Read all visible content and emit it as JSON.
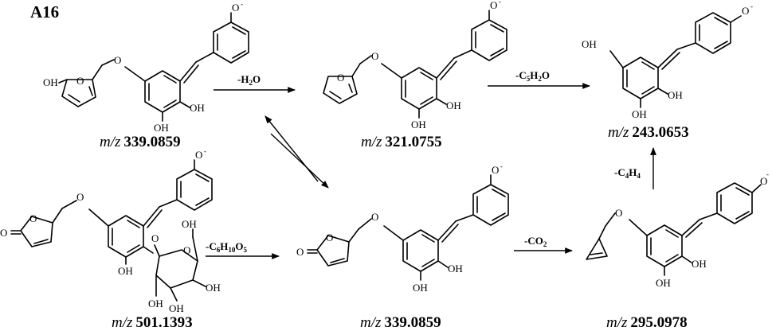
{
  "title": "A16",
  "atoms": {
    "hydroxyl": "OH",
    "oxygen": "O",
    "ring_oxygen": "O",
    "anion_charge": "-",
    "ketone": "O",
    "hydroxymethyl": "OH"
  },
  "compounds": [
    {
      "id": "c1",
      "mz_prefix": "m/z",
      "mz_value": "339.0859"
    },
    {
      "id": "c2",
      "mz_prefix": "m/z",
      "mz_value": "321.0755"
    },
    {
      "id": "c3",
      "mz_prefix": "m/z",
      "mz_value": "243.0653"
    },
    {
      "id": "c4",
      "mz_prefix": "m/z",
      "mz_value": "501.1393"
    },
    {
      "id": "c5",
      "mz_prefix": "m/z",
      "mz_value": "339.0859"
    },
    {
      "id": "c6",
      "mz_prefix": "m/z",
      "mz_value": "295.0978"
    }
  ],
  "losses": {
    "h2o": {
      "sign": "-",
      "formula": [
        [
          "H",
          ""
        ],
        [
          "",
          "2"
        ],
        [
          "O",
          ""
        ]
      ]
    },
    "c5h2o": {
      "sign": "-",
      "formula": [
        [
          "C",
          ""
        ],
        [
          "",
          "5"
        ],
        [
          "H",
          ""
        ],
        [
          "",
          "2"
        ],
        [
          "O",
          ""
        ]
      ]
    },
    "c6h10o5": {
      "sign": "-",
      "formula": [
        [
          "C",
          ""
        ],
        [
          "",
          "6"
        ],
        [
          "H",
          ""
        ],
        [
          "",
          "10"
        ],
        [
          "O",
          ""
        ],
        [
          "",
          "5"
        ]
      ]
    },
    "co2": {
      "sign": "-",
      "formula": [
        [
          "CO",
          ""
        ],
        [
          "",
          "2"
        ]
      ]
    },
    "c4h4": {
      "sign": "-",
      "formula": [
        [
          "C",
          ""
        ],
        [
          "",
          "4"
        ],
        [
          "H",
          ""
        ],
        [
          "",
          "4"
        ]
      ]
    }
  }
}
